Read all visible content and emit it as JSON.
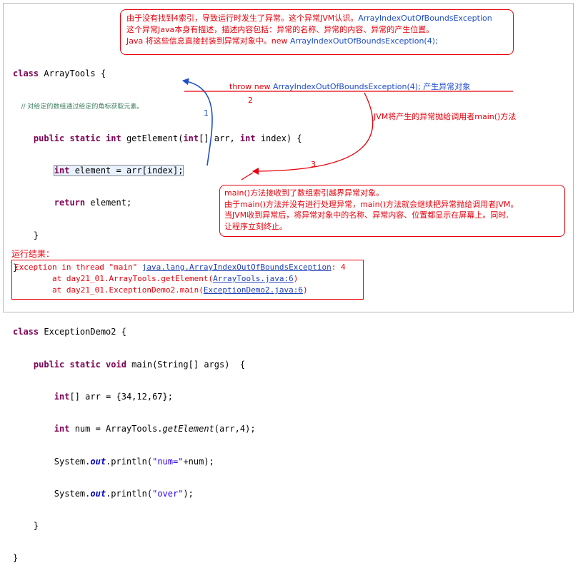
{
  "top_box": {
    "line1_text": "由于没有找到4索引，导致运行时发生了异常。这个异常JVM认识。",
    "line1_class": "ArrayIndexOutOfBoundsException",
    "line2": "这个异常Java本身有描述，描述内容包括：异常的名称、异常的内容、异常的产生位置。",
    "line3_text": "Java 将这些信息直接封装到异常对象中。new ",
    "line3_code": "ArrayIndexOutOfBoundsException(4);"
  },
  "throw_note": {
    "prefix": "throw new ",
    "code": "ArrayIndexOutOfBoundsException(4);",
    "suffix": " 产生异常对象"
  },
  "jvm_note": "JVM将产生的异常抛给调用者main()方法",
  "arrow_labels": {
    "one": "1",
    "two": "2",
    "three": "3"
  },
  "bottom_box": {
    "line1": "main()方法接收到了数组索引越界异常对象。",
    "line2": "由于main()方法并没有进行处理异常，main()方法就会继续把异常抛给调用者JVM。",
    "line3": "当JVM收到异常后，将异常对象中的名称、异常内容、位置都显示在屏幕上。同时,",
    "line4": "让程序立刻终止。"
  },
  "code": {
    "class1_kw": "class",
    "class1_name": " ArrayTools {",
    "comment": "    // 对给定的数组通过给定的角标获取元素。",
    "l3_a": "    ",
    "l3_kw1": "public static int",
    "l3_b": " getElement(",
    "l3_kw2": "int",
    "l3_c": "[] arr, ",
    "l3_kw3": "int",
    "l3_d": " index) {",
    "l4_a": "        ",
    "l4_kw": "int",
    "l4_b": " element = arr[index];",
    "l5_a": "        ",
    "l5_kw": "return",
    "l5_b": " element;",
    "l6": "    }",
    "l7": "}",
    "class2_kw": "class",
    "class2_name": " ExceptionDemo2 {",
    "l10_a": "    ",
    "l10_kw": "public static void",
    "l10_b": " main(String[] args)  {",
    "l11_a": "        ",
    "l11_kw": "int",
    "l11_b": "[] arr = {34,12,67};",
    "l12_a": "        ",
    "l12_kw": "int",
    "l12_b": " num = ArrayTools.",
    "l12_it": "getElement",
    "l12_c": "(arr,4);",
    "l13_a": "        System.",
    "l13_f": "out",
    "l13_b": ".println(",
    "l13_s": "\"num=\"",
    "l13_c": "+num);",
    "l14_a": "        System.",
    "l14_f": "out",
    "l14_b": ".println(",
    "l14_s": "\"over\"",
    "l14_c": ");",
    "l15": "    }",
    "l16": "}"
  },
  "result_label": "运行结果：",
  "console": {
    "l1_a": "Exception in thread \"main\" ",
    "l1_link": "java.lang.ArrayIndexOutOfBoundsException",
    "l1_b": ": 4",
    "l2_a": "        at day21_01.ArrayTools.getElement(",
    "l2_link": "ArrayTools.java:6",
    "l2_b": ")",
    "l3_a": "        at day21_01.ExceptionDemo2.main(",
    "l3_link": "ExceptionDemo2.java:6",
    "l3_b": ")"
  },
  "colors": {
    "annotation_red": "#e8000b",
    "arrow_blue": "#1f4ecc",
    "keyword": "#7f0055",
    "string": "#2a00ff",
    "comment": "#3f7f5f"
  }
}
